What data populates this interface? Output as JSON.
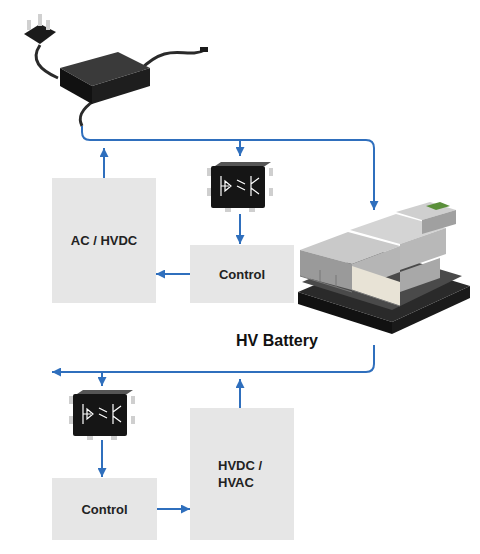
{
  "diagram": {
    "nodes": [
      {
        "text": [
          "AC / HVDC"
        ]
      },
      {
        "text": [
          "Control"
        ]
      },
      {
        "text": [
          "Control"
        ]
      },
      {
        "text": [
          "HVDC / HVAC"
        ]
      }
    ],
    "edges": [
      {
        "from": 1,
        "to": 0,
        "arrow": "to"
      },
      {
        "from": 2,
        "to": 3,
        "arrow": "to"
      }
    ],
    "labels": [
      "HV Battery"
    ]
  }
}
